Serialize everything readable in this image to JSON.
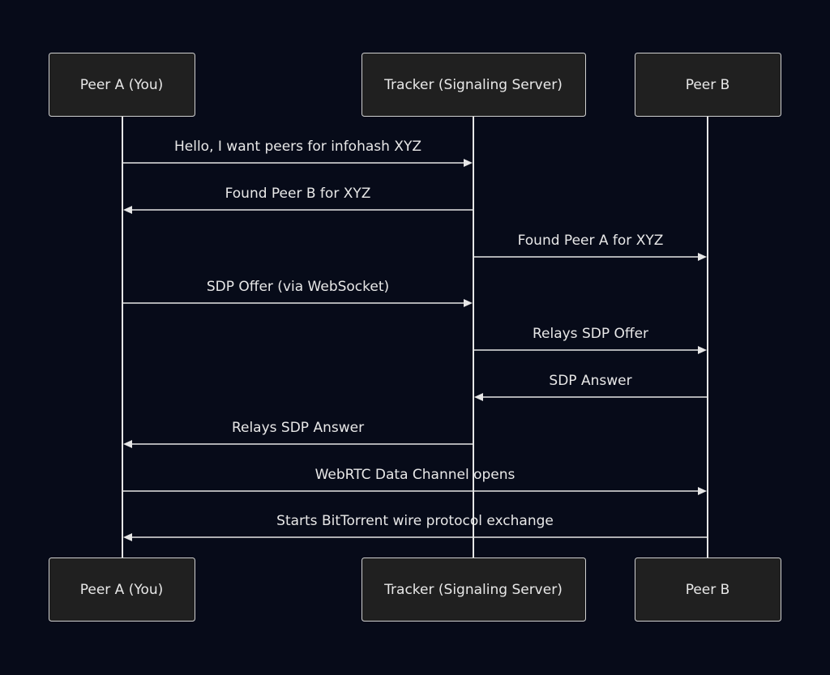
{
  "participants": [
    {
      "id": "A",
      "label": "Peer A (You)"
    },
    {
      "id": "T",
      "label": "Tracker (Signaling Server)"
    },
    {
      "id": "B",
      "label": "Peer B"
    }
  ],
  "messages": [
    {
      "from": "A",
      "to": "T",
      "text": "Hello, I want peers for infohash XYZ"
    },
    {
      "from": "T",
      "to": "A",
      "text": "Found Peer B for XYZ"
    },
    {
      "from": "T",
      "to": "B",
      "text": "Found Peer A for XYZ"
    },
    {
      "from": "A",
      "to": "T",
      "text": "SDP Offer (via WebSocket)"
    },
    {
      "from": "T",
      "to": "B",
      "text": "Relays SDP Offer"
    },
    {
      "from": "B",
      "to": "T",
      "text": "SDP Answer"
    },
    {
      "from": "T",
      "to": "A",
      "text": "Relays SDP Answer"
    },
    {
      "from": "A",
      "to": "B",
      "text": "WebRTC Data Channel opens"
    },
    {
      "from": "B",
      "to": "A",
      "text": "Starts BitTorrent wire protocol exchange"
    }
  ]
}
